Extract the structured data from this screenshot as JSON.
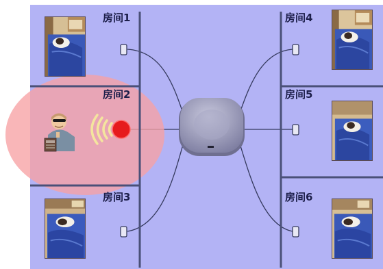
{
  "rooms": [
    {
      "id": 1,
      "label": "房间1"
    },
    {
      "id": 2,
      "label": "房间2"
    },
    {
      "id": 3,
      "label": "房间3"
    },
    {
      "id": 4,
      "label": "房间4"
    },
    {
      "id": 5,
      "label": "房间5"
    },
    {
      "id": 6,
      "label": "房间6"
    }
  ],
  "colors": {
    "floor": "#b3b3f5",
    "wall": "#4a5078",
    "cable": "#353a5e",
    "attack_zone": "#f7a9aa",
    "signal_red": "#e6191c",
    "signal_wave": "#f3e59c"
  }
}
